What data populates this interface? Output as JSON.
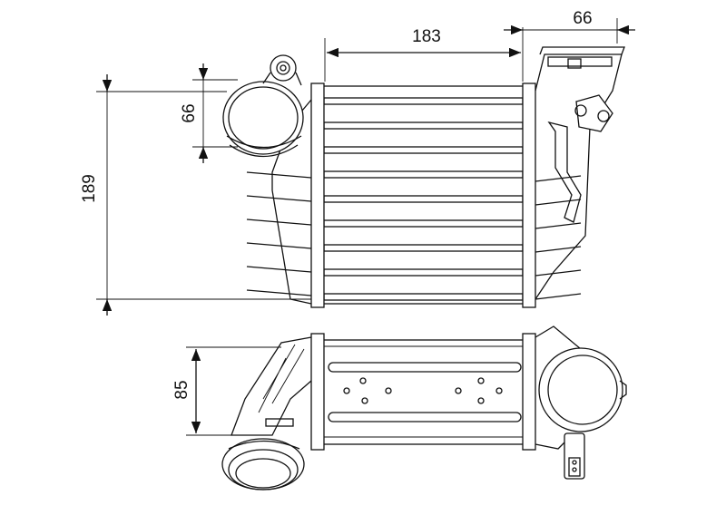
{
  "title": "Intercooler technical drawing",
  "dimensions": {
    "core_width": "183",
    "tank_depth": "66",
    "pipe_diameter": "66",
    "height": "189",
    "thickness": "85"
  }
}
